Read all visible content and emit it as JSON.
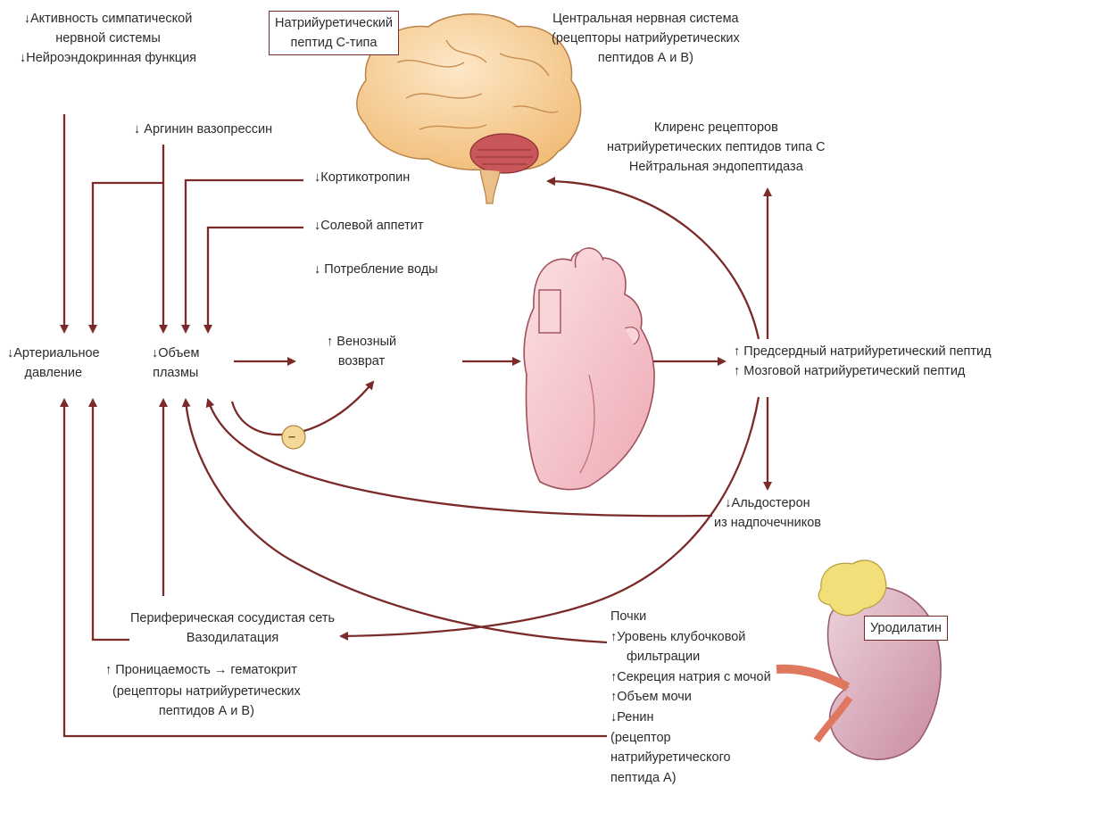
{
  "colors": {
    "arrow": "#7b2a2a",
    "text": "#2b2b2b",
    "heart": "#f6c9cf",
    "brain": "#f7d29c",
    "cerebellum": "#c9575a",
    "kidney": "#d9a9b8",
    "adrenal": "#f3df7a",
    "minus_node": "#f5d79a"
  },
  "icons": [
    "brain-illustration",
    "heart-illustration",
    "kidney-illustration",
    "adrenal-gland-illustration",
    "minus-icon"
  ],
  "labels": {
    "sympathetic": [
      "↓Активность симпатической",
      "нервной системы",
      "↓Нейроэндокринная функция"
    ],
    "cnp_box": [
      "Натрийуретический",
      "пептид С-типа"
    ],
    "cns": [
      "Центральная нервная система",
      "(рецепторы натрийуретических",
      "пептидов А и В)"
    ],
    "vasopressin": "↓ Аргинин вазопрессин",
    "corticotropin": "↓Кортикотропин",
    "salt_appetite": "↓Солевой аппетит",
    "water_intake": "↓ Потребление воды",
    "clearance": [
      "Клиренс рецепторов",
      "натрийуретических пептидов типа С",
      "Нейтральная эндопептидаза"
    ],
    "arterial_pressure": [
      "↓Артериальное",
      "давление"
    ],
    "plasma_volume": [
      "↓Объем",
      "плазмы"
    ],
    "venous_return": [
      "↑ Венозный",
      "возврат"
    ],
    "minus_sign": "–",
    "peptides": [
      "↑ Предсердный натрийуретический пептид",
      "↑ Мозговой натрийуретический пептид"
    ],
    "aldosterone": [
      "↓Альдостерон",
      "из надпочечников"
    ],
    "peripheral": [
      "Периферическая сосудистая сеть",
      "Вазодилатация"
    ],
    "permeability": "↑ Проницаемость → гематокрит",
    "peripheral_receptors": [
      "(рецепторы натрийуретических",
      "пептидов А и В)"
    ],
    "kidneys": [
      "Почки",
      "↑Уровень клубочковой",
      "фильтрации",
      "↑Секреция натрия с мочой",
      "↑Объем мочи",
      "↓Ренин",
      "(рецептор",
      "натрийуретического",
      "пептида А)"
    ],
    "urodilatin": "Уродилатин"
  }
}
